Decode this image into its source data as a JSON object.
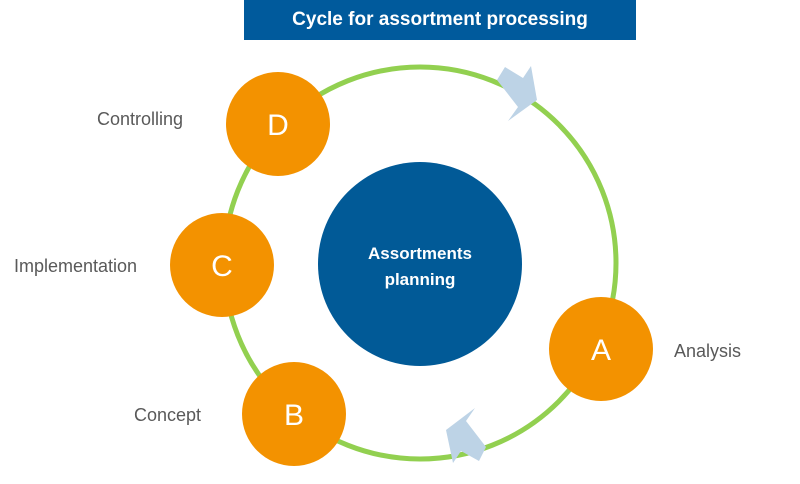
{
  "title": "Cycle for assortment processing",
  "center": {
    "line1": "Assortments",
    "line2": "planning"
  },
  "nodes": {
    "a": {
      "letter": "A",
      "label": "Analysis"
    },
    "b": {
      "letter": "B",
      "label": "Concept"
    },
    "c": {
      "letter": "C",
      "label": "Implementation"
    },
    "d": {
      "letter": "D",
      "label": "Controlling"
    }
  },
  "colors": {
    "title_bg": "#005a9c",
    "center_fill": "#015a97",
    "node_fill": "#f39200",
    "ring": "#92d050",
    "arrow": "#bdd3e6",
    "label_text": "#595959"
  }
}
